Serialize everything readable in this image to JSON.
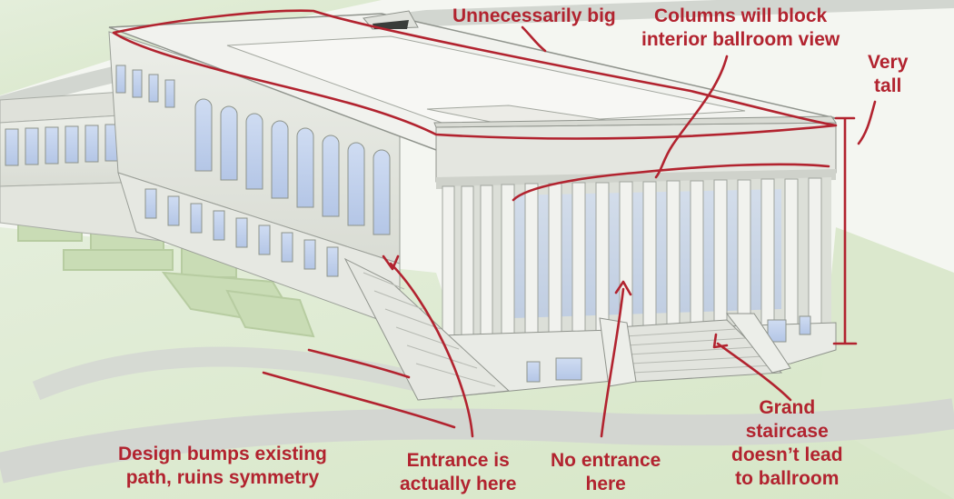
{
  "annotation_color": "#b2232f",
  "annotations": {
    "unnecessarily_big": {
      "lines": [
        "Unnecessarily big"
      ]
    },
    "columns_block": {
      "lines": [
        "Columns will block",
        "interior ballroom view"
      ]
    },
    "very_tall": {
      "lines": [
        "Very",
        "tall"
      ]
    },
    "grand_staircase": {
      "lines": [
        "Grand",
        "staircase",
        "doesn’t lead",
        "to ballroom"
      ]
    },
    "design_bumps": {
      "lines": [
        "Design bumps existing",
        "path, ruins symmetry"
      ]
    },
    "entrance_here": {
      "lines": [
        "Entrance is",
        "actually here"
      ]
    },
    "no_entrance": {
      "lines": [
        "No entrance",
        "here"
      ]
    }
  }
}
